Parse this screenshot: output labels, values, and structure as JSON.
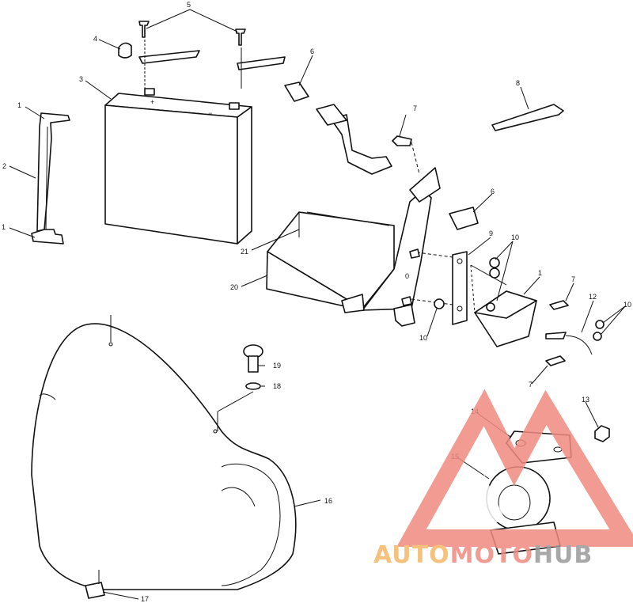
{
  "callouts": {
    "c1a": "1",
    "c2": "2",
    "c1b": "1",
    "c3": "3",
    "c4": "4",
    "c5": "5",
    "c6a": "6",
    "c7a": "7",
    "c8": "8",
    "c6b": "6",
    "c9": "9",
    "c10a": "10",
    "c1c": "1",
    "c7b": "7",
    "c12": "12",
    "c10b": "10",
    "c10c": "10",
    "c7c": "7",
    "c21": "21",
    "c20": "20",
    "c19": "19",
    "c18": "18",
    "c13": "13",
    "c14": "14",
    "c15": "15",
    "c16": "16",
    "c17": "17",
    "c0": "0"
  },
  "watermark": {
    "part1": "AUTO",
    "part2": "MOTO",
    "part3": "HUB",
    "color_primary": "#f08a80",
    "color_secondary": "#f5b766",
    "color_tertiary": "#9a9a9a"
  }
}
